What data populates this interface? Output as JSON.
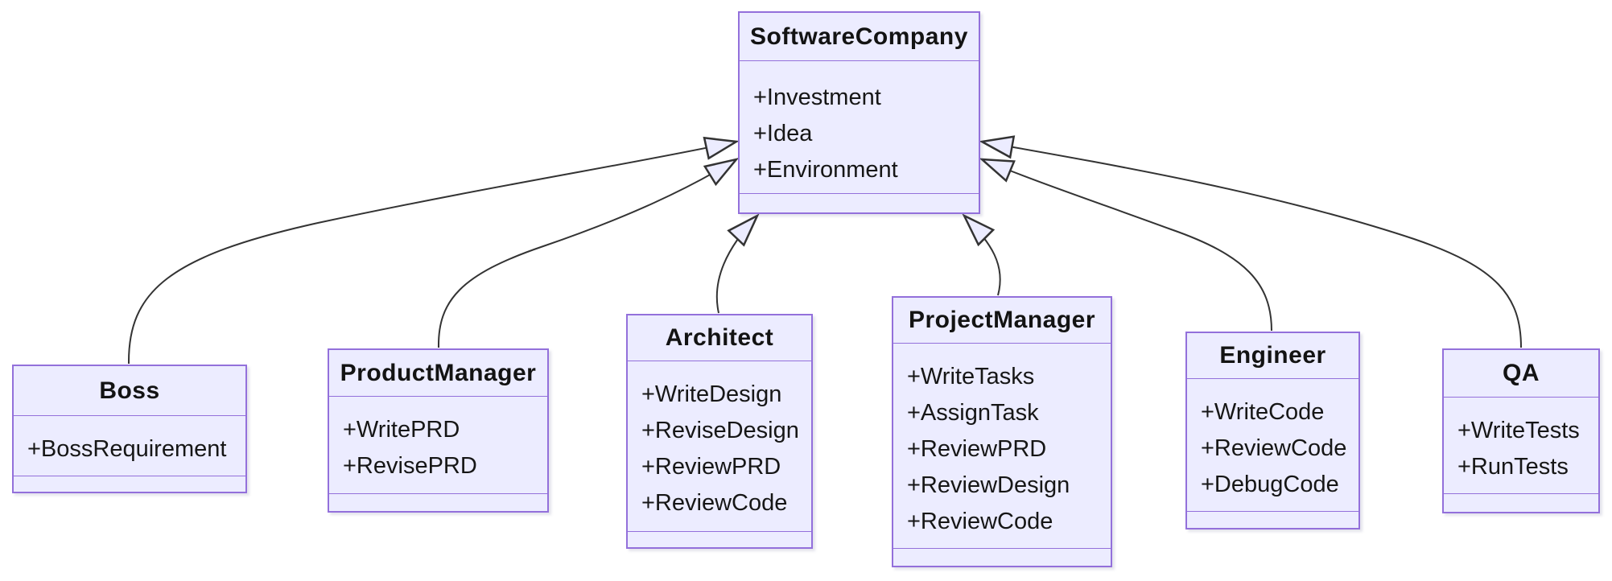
{
  "diagram": {
    "type": "uml-class-diagram",
    "colors": {
      "background": "#FFFFFF",
      "node_fill": "#ECECFF",
      "node_border": "#9370DB",
      "edge_line": "#333333",
      "text": "#131313"
    },
    "classes": [
      {
        "name": "SoftwareCompany",
        "members": [
          "+Investment",
          "+Idea",
          "+Environment"
        ]
      },
      {
        "name": "Boss",
        "members": [
          "+BossRequirement"
        ]
      },
      {
        "name": "ProductManager",
        "members": [
          "+WritePRD",
          "+RevisePRD"
        ]
      },
      {
        "name": "Architect",
        "members": [
          "+WriteDesign",
          "+ReviseDesign",
          "+ReviewPRD",
          "+ReviewCode"
        ]
      },
      {
        "name": "ProjectManager",
        "members": [
          "+WriteTasks",
          "+AssignTask",
          "+ReviewPRD",
          "+ReviewDesign",
          "+ReviewCode"
        ]
      },
      {
        "name": "Engineer",
        "members": [
          "+WriteCode",
          "+ReviewCode",
          "+DebugCode"
        ]
      },
      {
        "name": "QA",
        "members": [
          "+WriteTests",
          "+RunTests"
        ]
      }
    ],
    "relations": [
      {
        "from": "Boss",
        "to": "SoftwareCompany",
        "type": "inheritance"
      },
      {
        "from": "ProductManager",
        "to": "SoftwareCompany",
        "type": "inheritance"
      },
      {
        "from": "Architect",
        "to": "SoftwareCompany",
        "type": "inheritance"
      },
      {
        "from": "ProjectManager",
        "to": "SoftwareCompany",
        "type": "inheritance"
      },
      {
        "from": "Engineer",
        "to": "SoftwareCompany",
        "type": "inheritance"
      },
      {
        "from": "QA",
        "to": "SoftwareCompany",
        "type": "inheritance"
      }
    ]
  }
}
